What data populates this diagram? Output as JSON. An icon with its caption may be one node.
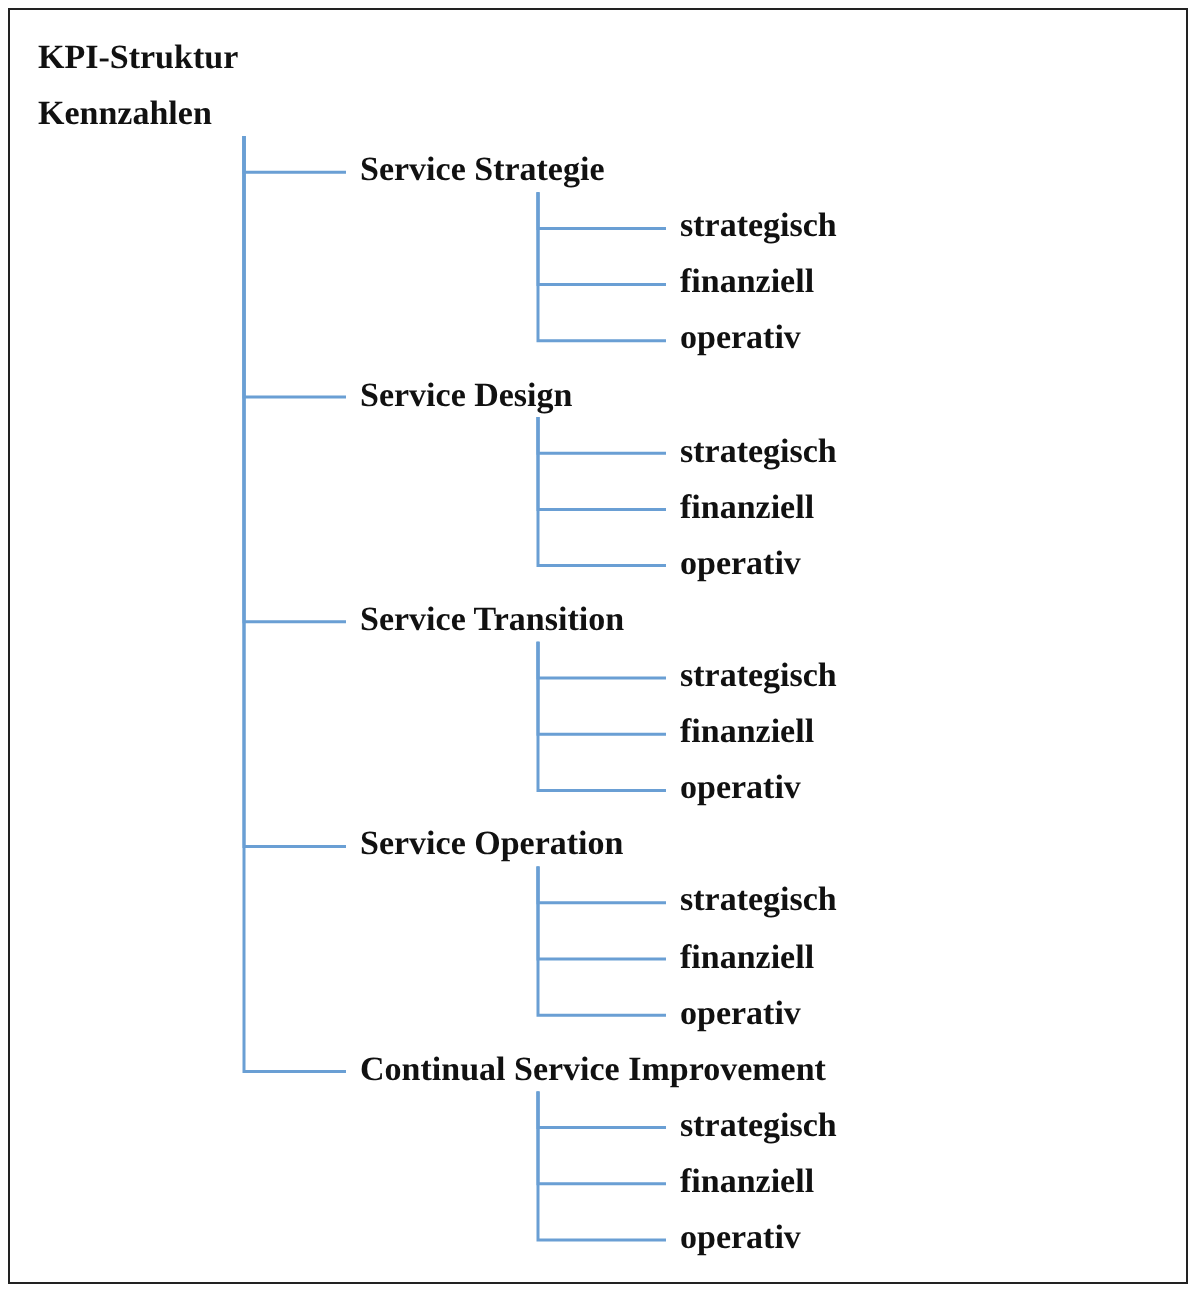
{
  "diagram": {
    "title": "KPI-Struktur",
    "nodes": [
      {
        "text": [
          "Kennzahlen"
        ]
      },
      {
        "text": [
          "Service Strategie"
        ]
      },
      {
        "text": [
          "strategisch"
        ]
      },
      {
        "text": [
          "finanziell"
        ]
      },
      {
        "text": [
          "operativ"
        ]
      },
      {
        "text": [
          "Service Design"
        ]
      },
      {
        "text": [
          "strategisch"
        ]
      },
      {
        "text": [
          "finanziell"
        ]
      },
      {
        "text": [
          "operativ"
        ]
      },
      {
        "text": [
          "Service Transition"
        ]
      },
      {
        "text": [
          "strategisch"
        ]
      },
      {
        "text": [
          "finanziell"
        ]
      },
      {
        "text": [
          "operativ"
        ]
      },
      {
        "text": [
          "Service Operation"
        ]
      },
      {
        "text": [
          "strategisch"
        ]
      },
      {
        "text": [
          "finanziell"
        ]
      },
      {
        "text": [
          "operativ"
        ]
      },
      {
        "text": [
          "Continual Service Improvement"
        ]
      },
      {
        "text": [
          "strategisch"
        ]
      },
      {
        "text": [
          "finanziell"
        ]
      },
      {
        "text": [
          "operativ"
        ]
      }
    ],
    "edges": [
      {
        "from": 0,
        "to": 1,
        "arrow": "none"
      },
      {
        "from": 1,
        "to": 2,
        "arrow": "none"
      },
      {
        "from": 1,
        "to": 3,
        "arrow": "none"
      },
      {
        "from": 1,
        "to": 4,
        "arrow": "none"
      },
      {
        "from": 0,
        "to": 5,
        "arrow": "none"
      },
      {
        "from": 5,
        "to": 6,
        "arrow": "none"
      },
      {
        "from": 5,
        "to": 7,
        "arrow": "none"
      },
      {
        "from": 5,
        "to": 8,
        "arrow": "none"
      },
      {
        "from": 0,
        "to": 9,
        "arrow": "none"
      },
      {
        "from": 9,
        "to": 10,
        "arrow": "none"
      },
      {
        "from": 9,
        "to": 11,
        "arrow": "none"
      },
      {
        "from": 9,
        "to": 12,
        "arrow": "none"
      },
      {
        "from": 0,
        "to": 13,
        "arrow": "none"
      },
      {
        "from": 13,
        "to": 14,
        "arrow": "none"
      },
      {
        "from": 13,
        "to": 15,
        "arrow": "none"
      },
      {
        "from": 13,
        "to": 16,
        "arrow": "none"
      },
      {
        "from": 0,
        "to": 17,
        "arrow": "none"
      },
      {
        "from": 17,
        "to": 18,
        "arrow": "none"
      },
      {
        "from": 17,
        "to": 19,
        "arrow": "none"
      },
      {
        "from": 17,
        "to": 20,
        "arrow": "none"
      }
    ]
  }
}
